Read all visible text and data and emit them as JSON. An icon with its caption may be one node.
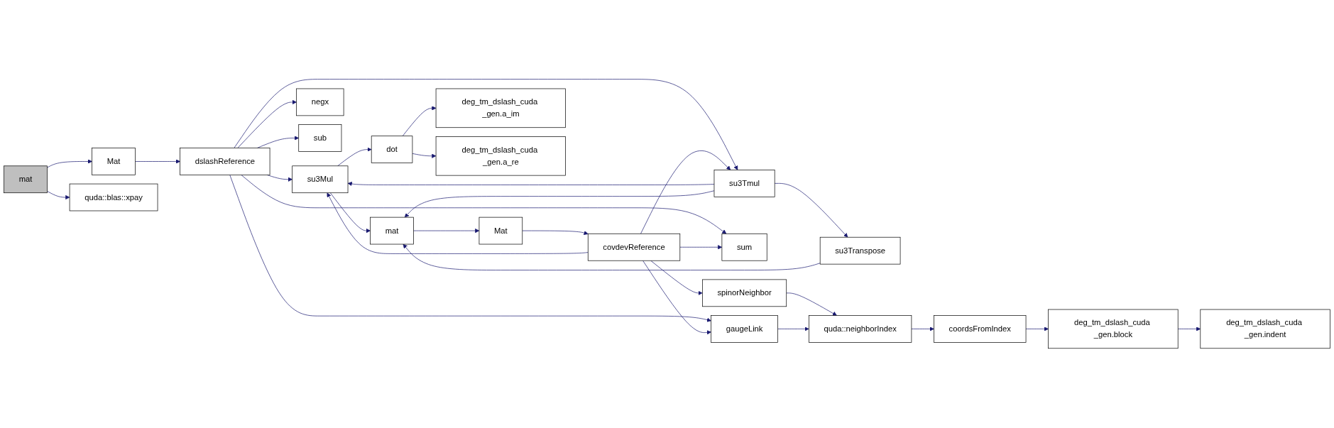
{
  "diagram": {
    "nodes": [
      {
        "text": [
          "mat"
        ]
      },
      {
        "text": [
          "Mat"
        ]
      },
      {
        "text": [
          "quda::blas::xpay"
        ]
      },
      {
        "text": [
          "dslashReference"
        ]
      },
      {
        "text": [
          "su3Mul"
        ]
      },
      {
        "text": [
          "negx"
        ]
      },
      {
        "text": [
          "sub"
        ]
      },
      {
        "text": [
          "gaugeLink"
        ]
      },
      {
        "text": [
          "sum"
        ]
      },
      {
        "text": [
          "mat"
        ]
      },
      {
        "text": [
          "dot"
        ]
      },
      {
        "text": [
          "Mat"
        ]
      },
      {
        "text": [
          "deg_tm_dslash_cuda _gen.a_im"
        ]
      },
      {
        "text": [
          "deg_tm_dslash_cuda _gen.a_re"
        ]
      },
      {
        "text": [
          "covdevReference"
        ]
      },
      {
        "text": [
          "su3Tmul"
        ]
      },
      {
        "text": [
          "su3Transpose"
        ]
      },
      {
        "text": [
          "spinorNeighbor"
        ]
      },
      {
        "text": [
          "quda::neighborIndex"
        ]
      },
      {
        "text": [
          "coordsFromIndex"
        ]
      },
      {
        "text": [
          "deg_tm_dslash_cuda _gen.block"
        ]
      },
      {
        "text": [
          "deg_tm_dslash_cuda _gen.indent"
        ]
      }
    ],
    "edges": [
      {
        "from": 0,
        "to": 1,
        "arrow": "to"
      },
      {
        "from": 0,
        "to": 2,
        "arrow": "to"
      },
      {
        "from": 1,
        "to": 3,
        "arrow": "to"
      },
      {
        "from": 3,
        "to": 4,
        "arrow": "to"
      },
      {
        "from": 3,
        "to": 15,
        "arrow": "to"
      },
      {
        "from": 3,
        "to": 7,
        "arrow": "to"
      },
      {
        "from": 3,
        "to": 8,
        "arrow": "to"
      },
      {
        "from": 3,
        "to": 5,
        "arrow": "to"
      },
      {
        "from": 3,
        "to": 6,
        "arrow": "to"
      },
      {
        "from": 4,
        "to": 9,
        "arrow": "to"
      },
      {
        "from": 4,
        "to": 10,
        "arrow": "to"
      },
      {
        "from": 9,
        "to": 11,
        "arrow": "to"
      },
      {
        "from": 11,
        "to": 14,
        "arrow": "to"
      },
      {
        "from": 10,
        "to": 12,
        "arrow": "to"
      },
      {
        "from": 10,
        "to": 13,
        "arrow": "to"
      },
      {
        "from": 14,
        "to": 4,
        "arrow": "to"
      },
      {
        "from": 14,
        "to": 15,
        "arrow": "to"
      },
      {
        "from": 14,
        "to": 17,
        "arrow": "to"
      },
      {
        "from": 14,
        "to": 7,
        "arrow": "to"
      },
      {
        "from": 14,
        "to": 8,
        "arrow": "to"
      },
      {
        "from": 15,
        "to": 4,
        "arrow": "to"
      },
      {
        "from": 15,
        "to": 9,
        "arrow": "to"
      },
      {
        "from": 15,
        "to": 16,
        "arrow": "to"
      },
      {
        "from": 16,
        "to": 9,
        "arrow": "to"
      },
      {
        "from": 17,
        "to": 18,
        "arrow": "to"
      },
      {
        "from": 7,
        "to": 18,
        "arrow": "to"
      },
      {
        "from": 18,
        "to": 19,
        "arrow": "to"
      },
      {
        "from": 19,
        "to": 20,
        "arrow": "to"
      },
      {
        "from": 20,
        "to": 21,
        "arrow": "to"
      }
    ]
  }
}
